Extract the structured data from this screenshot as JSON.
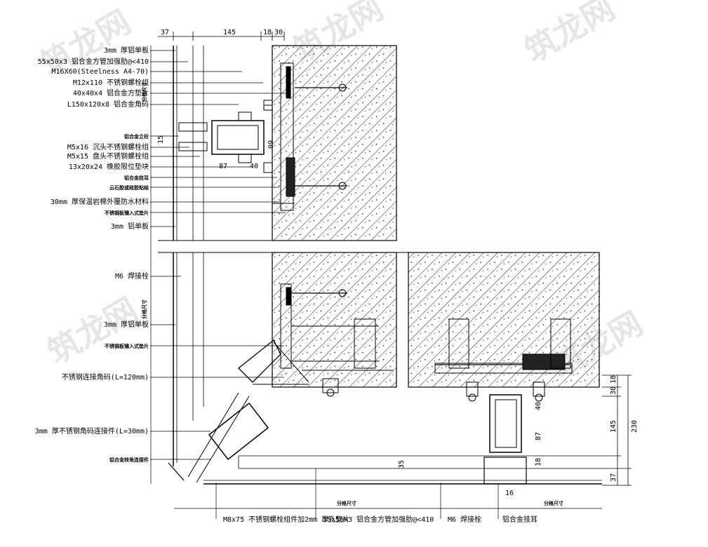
{
  "watermark": "筑龙网",
  "top_dims": [
    "37",
    "145",
    "18",
    "30"
  ],
  "left_labels": [
    {
      "text": "3mm 厚铝单板",
      "small": false
    },
    {
      "text": "55x50x3 铝合金方管加强肋@<410",
      "small": false
    },
    {
      "text": "M16X60(Steelness A4-70)",
      "small": false
    },
    {
      "text": "M12x110 不锈钢螺栓组",
      "small": false
    },
    {
      "text": "40x40x4 铝合金方垫片",
      "small": false
    },
    {
      "text": "L150x120x8 铝合金角码",
      "small": false
    },
    {
      "text": "铝合金立柱",
      "small": true
    },
    {
      "text": "M5x16 沉头不锈钢螺栓组",
      "small": false
    },
    {
      "text": "M5x15 盘头不锈钢螺栓组",
      "small": false
    },
    {
      "text": "13x20x24 橡胶限位垫块",
      "small": false
    },
    {
      "text": "铝合金挂耳",
      "small": true
    },
    {
      "text": "云石胶或硅胶粘结",
      "small": true
    },
    {
      "text": "30mm 厚保温岩棉外覆防水材料",
      "small": false
    },
    {
      "text": "不锈钢板镶入式垫片",
      "small": true
    },
    {
      "text": "3mm 铝单板",
      "small": false
    },
    {
      "text": "M6 焊接栓",
      "small": false
    },
    {
      "text": "3mm 厚铝单板",
      "small": false
    },
    {
      "text": "不锈钢板镶入式垫片",
      "small": true
    },
    {
      "text": "不锈钢连接角码(L=120mm)",
      "small": false
    },
    {
      "text": "3mm 厚不锈钢角码连接件(L=30mm)",
      "small": false
    },
    {
      "text": "铝合金转角连接件",
      "small": true
    }
  ],
  "bottom_labels": [
    "M8x75 不锈钢螺栓组件加2mm 厚孔垫片",
    "55x50x3 铝合金方管加强肋@<410",
    "M6 焊接栓",
    "铝合金挂耳"
  ],
  "inner_dims": {
    "d87": "87",
    "d40": "40",
    "d60": "60",
    "d15": "15",
    "d35": "35"
  },
  "vertical_side_text": "分格尺寸",
  "bottom_side_text": "分格尺寸",
  "right_dims": [
    "18",
    "30",
    "145",
    "230",
    "40",
    "87",
    "18",
    "37"
  ],
  "right_small_dims": [
    "16"
  ]
}
